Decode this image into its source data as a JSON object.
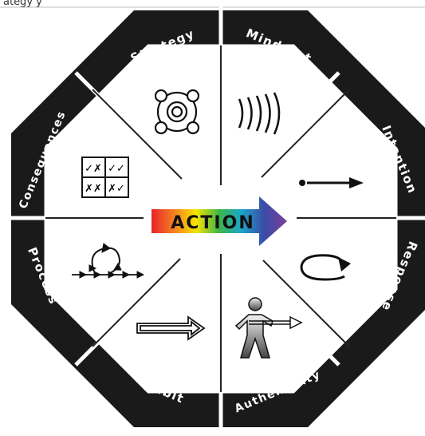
{
  "diagram": {
    "center_label": "ACTION",
    "sections": [
      {
        "label": "Strategy",
        "icon": "orbit-circles-icon"
      },
      {
        "label": "Mind-Set",
        "icon": "sound-waves-icon"
      },
      {
        "label": "Intention",
        "icon": "dot-arrow-icon"
      },
      {
        "label": "Response",
        "icon": "loop-arrow-icon"
      },
      {
        "label": "Authenticity",
        "icon": "figure-arrow-icon"
      },
      {
        "label": "Habit",
        "icon": "outline-arrow-icon"
      },
      {
        "label": "Process",
        "icon": "cycle-arrows-icon"
      },
      {
        "label": "Consequences",
        "icon": "checkmark-grid-icon"
      }
    ],
    "colors": {
      "band": "#1a1a1a",
      "band_text": "#ffffff",
      "lines": "#222222",
      "arrow_gradient": [
        "#e8232a",
        "#f58220",
        "#f6e500",
        "#3cb54a",
        "#1aa7c9",
        "#3b4ba8",
        "#7a3f98"
      ]
    }
  }
}
